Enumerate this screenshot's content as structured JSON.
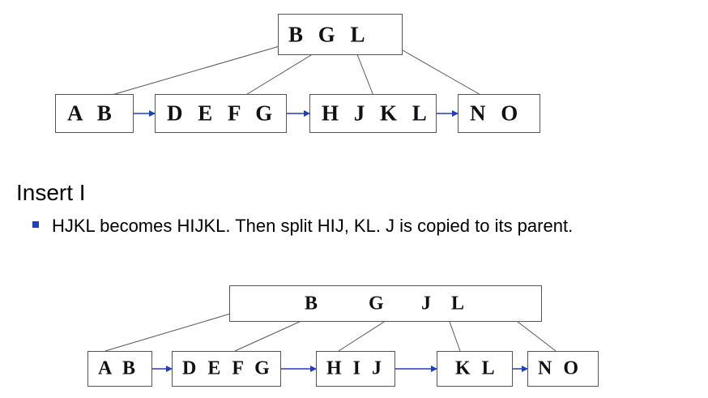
{
  "section_title": "Insert I",
  "bullet_text": "HJKL becomes HIJKL. Then split HIJ, KL. J is copied to its parent.",
  "colors": {
    "arrow": "#1f3fbf",
    "line": "#555555",
    "bullet": "#1f3fbf"
  },
  "before": {
    "root": "B G L",
    "leaves": [
      "A B",
      "D E F G",
      "H J K L",
      "N O"
    ]
  },
  "after": {
    "root_keys": [
      "B",
      "G",
      "J",
      "L"
    ],
    "leaves": [
      "A B",
      "D E F G",
      "H I J",
      "K L",
      "N O"
    ]
  }
}
